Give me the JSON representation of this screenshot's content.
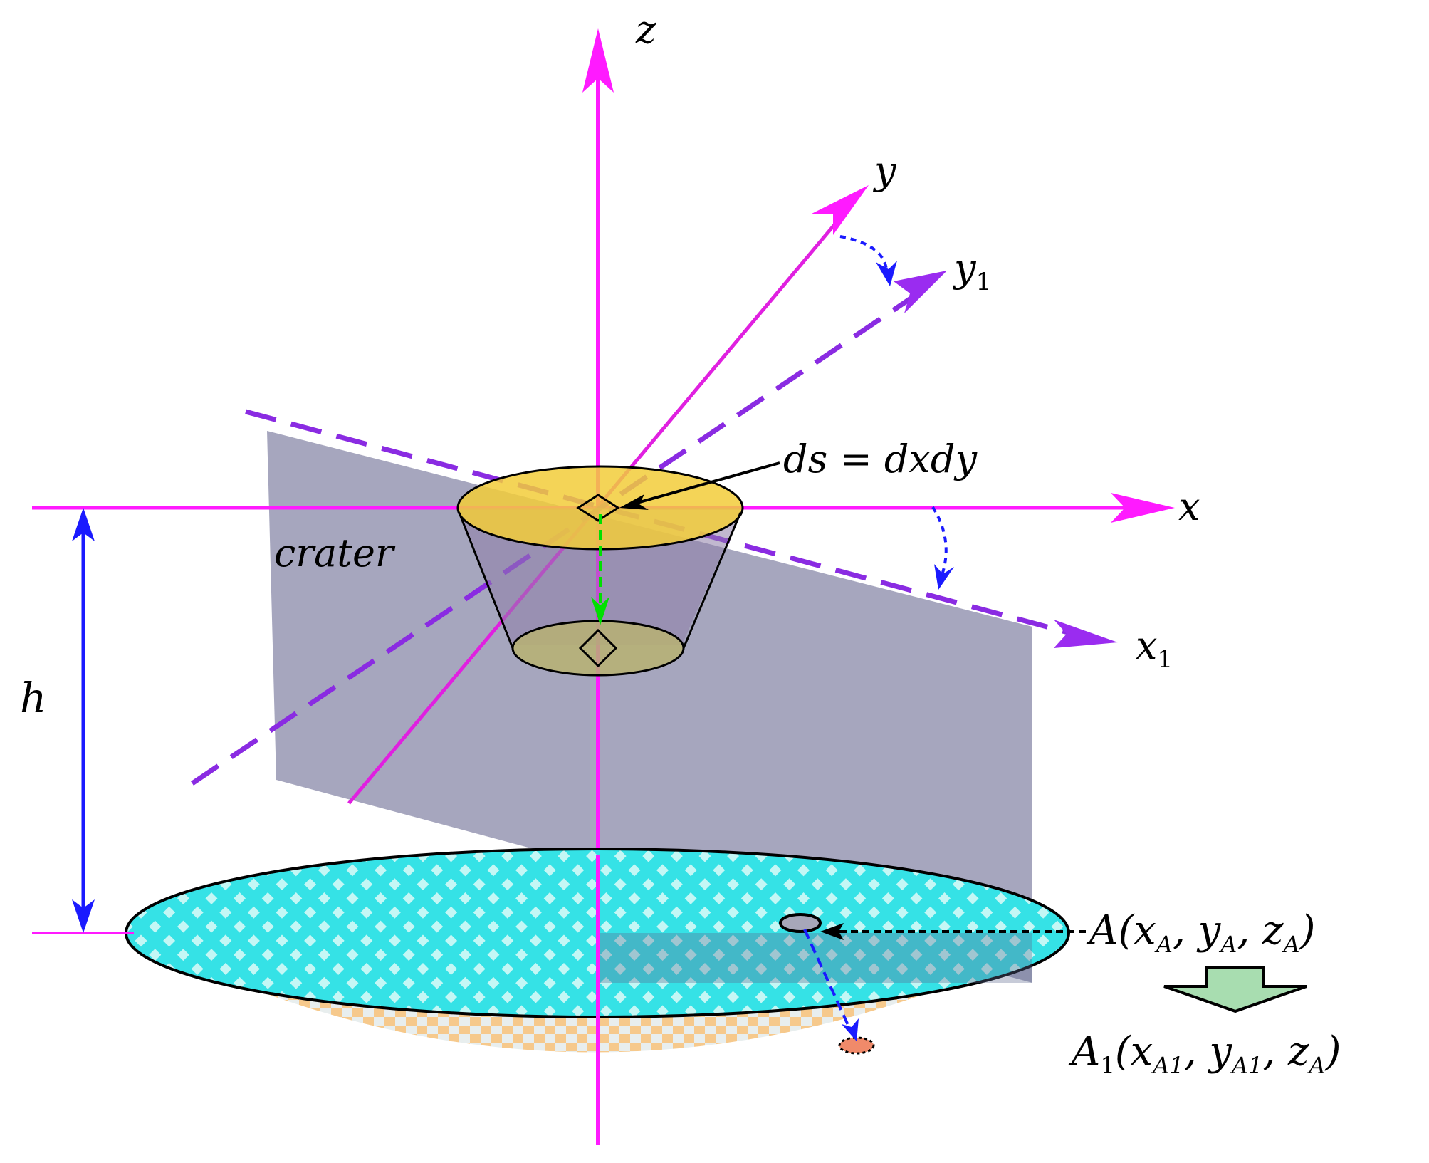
{
  "labels": {
    "z_axis": "z",
    "y_axis": "y",
    "y1_axis": "y",
    "y1_sub": "1",
    "x_axis": "x",
    "x1_axis": "x",
    "x1_sub": "1",
    "height": "h",
    "crater": "crater",
    "ds_equation": "ds = dxdy",
    "point_a": "A(x",
    "point_a_sub1": "A",
    "point_a_mid1": ", y",
    "point_a_sub2": "A",
    "point_a_mid2": ", z",
    "point_a_sub3": "A",
    "point_a_close": ")",
    "point_a1": "A",
    "point_a1_sub0": "1",
    "point_a1_open": "(x",
    "point_a1_sub1": "A1",
    "point_a1_mid1": ", y",
    "point_a1_sub2": "A1",
    "point_a1_mid2": ", z",
    "point_a1_sub3": "A",
    "point_a1_close": ")"
  },
  "colors": {
    "axis": "#ff1aff",
    "rotated_axis": "#8a2be2",
    "height_arrow": "#1a1aff",
    "plane": "#7a7a9e",
    "crater_top": "#f5d547",
    "crater_bottom": "#c9c27a",
    "disk_top": "#3ee8e8",
    "disk_under": "#f7c98a",
    "beam": "#00e000",
    "spot": "#f08a6a",
    "transform_arrow": "#a8ddb0"
  }
}
